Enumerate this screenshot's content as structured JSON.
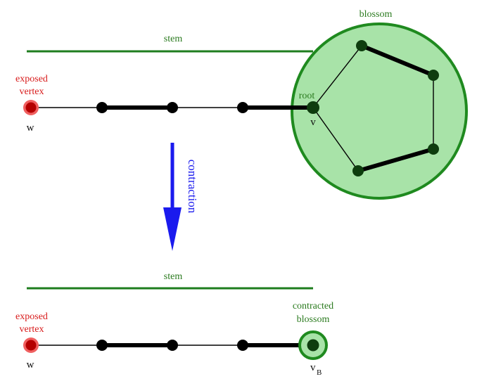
{
  "top": {
    "blossom_label": "blossom",
    "stem_label": "stem",
    "exposed_label_line1": "exposed",
    "exposed_label_line2": "vertex",
    "w_label": "w",
    "root_label": "root",
    "v_label": "v"
  },
  "arrow": {
    "label": "contraction"
  },
  "bottom": {
    "stem_label": "stem",
    "exposed_label_line1": "exposed",
    "exposed_label_line2": "vertex",
    "w_label": "w",
    "contracted_label_line1": "contracted",
    "contracted_label_line2": "blossom",
    "vb_label_main": "v",
    "vb_label_sub": "B"
  },
  "colors": {
    "stem": "#1e7d1e",
    "blossom_fill": "#a8e3a8",
    "blossom_stroke": "#1f8a1f",
    "vertex": "#000000",
    "exposed_fill": "#b40000",
    "exposed_ring": "#f06060",
    "arrow": "#1a1aee"
  }
}
